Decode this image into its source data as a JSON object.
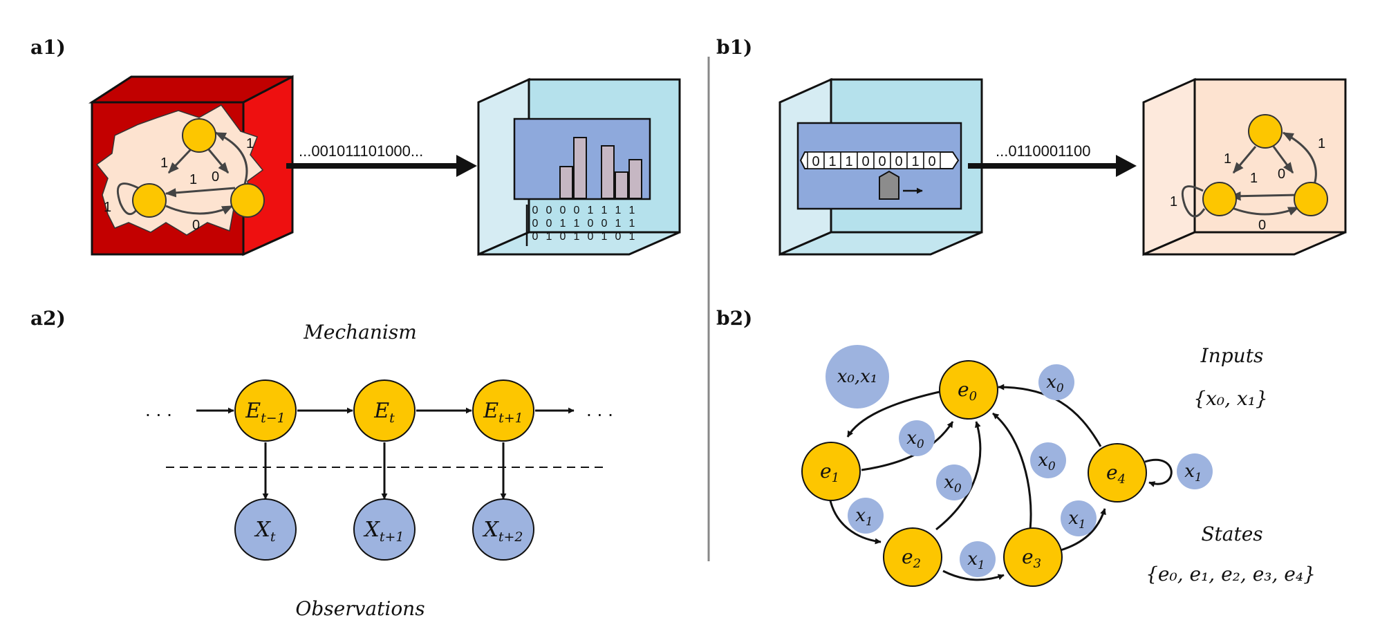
{
  "panel_labels": {
    "a1": "a1)",
    "a2": "a2)",
    "b1": "b1)",
    "b2": "b2)"
  },
  "a1": {
    "stream_text": "...001011101000...",
    "machine_edge_labels": [
      "1",
      "1",
      "0",
      "1",
      "1",
      "0"
    ],
    "hist_rows": [
      [
        "0",
        "0",
        "0",
        "0",
        "1",
        "1",
        "1",
        "1"
      ],
      [
        "0",
        "0",
        "1",
        "1",
        "0",
        "0",
        "1",
        "1"
      ],
      [
        "0",
        "1",
        "0",
        "1",
        "0",
        "1",
        "0",
        "1"
      ]
    ],
    "hist_values": [
      0,
      0,
      2.3,
      4.4,
      0,
      3.8,
      1.9,
      2.8
    ]
  },
  "a2": {
    "mechanism": "Mechanism",
    "observations": "Observations",
    "ellipsis": ". . .",
    "states": [
      {
        "base": "E",
        "sub": "t−1"
      },
      {
        "base": "E",
        "sub": "t"
      },
      {
        "base": "E",
        "sub": "t+1"
      }
    ],
    "obs": [
      {
        "base": "X",
        "sub": "t"
      },
      {
        "base": "X",
        "sub": "t+1"
      },
      {
        "base": "X",
        "sub": "t+2"
      }
    ]
  },
  "b1": {
    "tape": [
      "0",
      "1",
      "1",
      "0",
      "0",
      "0",
      "1",
      "0"
    ],
    "stream_text": "...0110001100",
    "machine_edge_labels": [
      "1",
      "1",
      "0",
      "1",
      "1",
      "0"
    ]
  },
  "b2": {
    "inputs_title": "Inputs",
    "inputs_set": "{x₀, x₁}",
    "states_title": "States",
    "states_set": "{e₀, e₁, e₂, e₃, e₄}",
    "big_input": "x₀,x₁",
    "states": [
      {
        "base": "e",
        "sub": "0"
      },
      {
        "base": "e",
        "sub": "1"
      },
      {
        "base": "e",
        "sub": "2"
      },
      {
        "base": "e",
        "sub": "3"
      },
      {
        "base": "e",
        "sub": "4"
      }
    ],
    "edge_labels": [
      {
        "base": "x",
        "sub": "0"
      },
      {
        "base": "x",
        "sub": "0"
      },
      {
        "base": "x",
        "sub": "1"
      },
      {
        "base": "x",
        "sub": "0"
      },
      {
        "base": "x",
        "sub": "0"
      },
      {
        "base": "x",
        "sub": "1"
      },
      {
        "base": "x",
        "sub": "1"
      },
      {
        "base": "x",
        "sub": "1"
      }
    ]
  },
  "colors": {
    "yellow": "#fdc600",
    "blue_node": "#9db3df",
    "red_dark": "#c10000",
    "red_side": "#e60000",
    "peach": "#fde3d0",
    "cyan_light": "#d6ecf3",
    "cyan_face": "#b5e1ec",
    "screen_blue": "#8ea9dc",
    "bar": "#c6b7c3"
  }
}
